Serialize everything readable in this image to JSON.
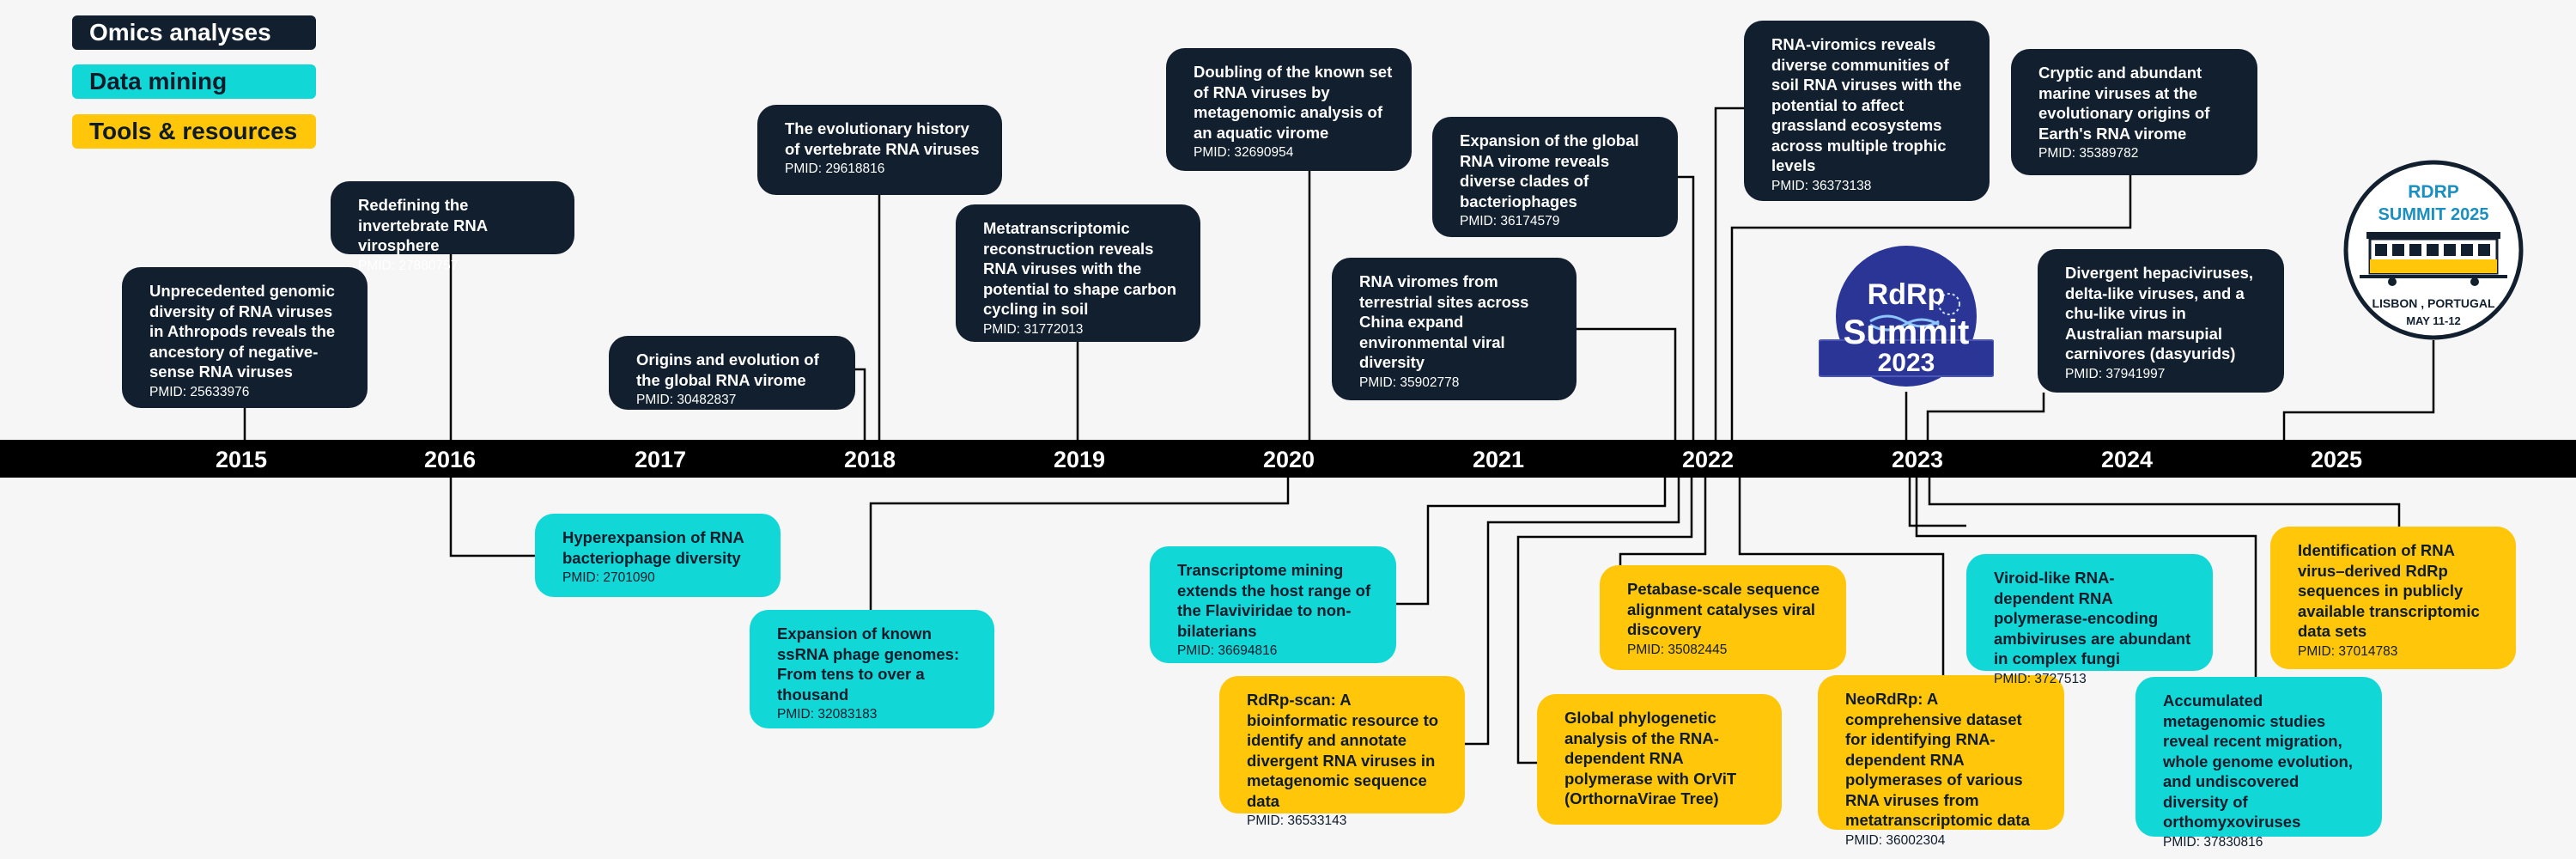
{
  "legend": [
    {
      "label": "Omics analyses",
      "color": "#111f2f"
    },
    {
      "label": "Data mining",
      "color": "#12d7d7"
    },
    {
      "label": "Tools & resources",
      "color": "#ffc60a"
    }
  ],
  "years": [
    "2015",
    "2016",
    "2017",
    "2018",
    "2019",
    "2020",
    "2021",
    "2022",
    "2023",
    "2024",
    "2025"
  ],
  "events_above": [
    {
      "title": "Unprecedented genomic diversity of RNA viruses in Athropods reveals the ancestory of negative-sense RNA viruses",
      "pmid": "PMID: 25633976",
      "category": "Omics analyses"
    },
    {
      "title": "Redefining the invertebrate RNA virosphere",
      "pmid": "PMID: 27880757",
      "category": "Omics analyses"
    },
    {
      "title": "Origins and evolution of the global RNA virome",
      "pmid": "PMID: 30482837",
      "category": "Omics analyses"
    },
    {
      "title": "The evolutionary history of vertebrate RNA viruses",
      "pmid": "PMID: 29618816",
      "category": "Omics analyses"
    },
    {
      "title": "Metatranscriptomic reconstruction reveals RNA viruses with the potential to shape carbon cycling in soil",
      "pmid": "PMID: 31772013",
      "category": "Omics analyses"
    },
    {
      "title": "Doubling of the known set of RNA viruses by metagenomic analysis of an aquatic virome",
      "pmid": "PMID: 32690954",
      "category": "Omics analyses"
    },
    {
      "title": "RNA viromes from terrestrial sites across China expand environmental viral diversity",
      "pmid": "PMID: 35902778",
      "category": "Omics analyses"
    },
    {
      "title": "Expansion of the global RNA virome reveals diverse clades of bacteriophages",
      "pmid": "PMID: 36174579",
      "category": "Omics analyses"
    },
    {
      "title": "RNA-viromics reveals diverse communities of soil RNA viruses with the potential to affect grassland ecosystems across multiple trophic levels",
      "pmid": "PMID: 36373138",
      "category": "Omics analyses"
    },
    {
      "title": "Cryptic and abundant marine viruses at the evolutionary origins of Earth's RNA virome",
      "pmid": "PMID: 35389782",
      "category": "Omics analyses"
    },
    {
      "title": "Divergent hepaciviruses, delta-like viruses, and a chu-like virus in Australian marsupial carnivores (dasyurids)",
      "pmid": "PMID: 37941997",
      "category": "Omics analyses"
    }
  ],
  "events_below": [
    {
      "title": "Hyperexpansion of RNA bacteriophage diversity",
      "pmid": "PMID: 2701090",
      "category": "Data mining"
    },
    {
      "title": "Expansion of known ssRNA phage genomes: From tens to over a thousand",
      "pmid": "PMID: 32083183",
      "category": "Data mining"
    },
    {
      "title": "Transcriptome mining extends the host range of the Flaviviridae to non-bilaterians",
      "pmid": "PMID: 36694816",
      "category": "Data mining"
    },
    {
      "title": "RdRp-scan: A bioinformatic resource to identify and annotate divergent RNA viruses in metagenomic sequence data",
      "pmid": "PMID: 36533143",
      "category": "Tools & resources"
    },
    {
      "title": "Global phylogenetic analysis of the RNA-dependent RNA polymerase with OrViT (OrthornaVirae Tree)",
      "pmid": "",
      "category": "Tools & resources"
    },
    {
      "title": "Petabase-scale sequence alignment catalyses viral discovery",
      "pmid": "PMID: 35082445",
      "category": "Tools & resources"
    },
    {
      "title": "NeoRdRp: A comprehensive dataset for identifying RNA-dependent RNA polymerases of various RNA viruses from metatranscriptomic data",
      "pmid": "PMID: 36002304",
      "category": "Tools & resources"
    },
    {
      "title": "Viroid-like RNA-dependent RNA polymerase-encoding ambiviruses are abundant in complex fungi",
      "pmid": "PMID: 3727513",
      "category": "Data mining"
    },
    {
      "title": "Accumulated metagenomic studies reveal recent migration, whole genome evolution, and undiscovered diversity of orthomyxoviruses",
      "pmid": "PMID: 37830816",
      "category": "Data mining"
    },
    {
      "title": "Identification of RNA virus–derived RdRp sequences in publicly available transcriptomic data sets",
      "pmid": "PMID: 37014783",
      "category": "Tools & resources"
    }
  ],
  "logos": {
    "summit_2023": {
      "line1": "RdRp",
      "line2": "Summit",
      "year": "2023",
      "color": "#2a3596"
    },
    "summit_2025": {
      "brand": "RDRP",
      "line": "SUMMIT 2025",
      "city": "LISBON , PORTUGAL",
      "dates": "MAY 11-12",
      "color": "#1a8fc0"
    }
  }
}
